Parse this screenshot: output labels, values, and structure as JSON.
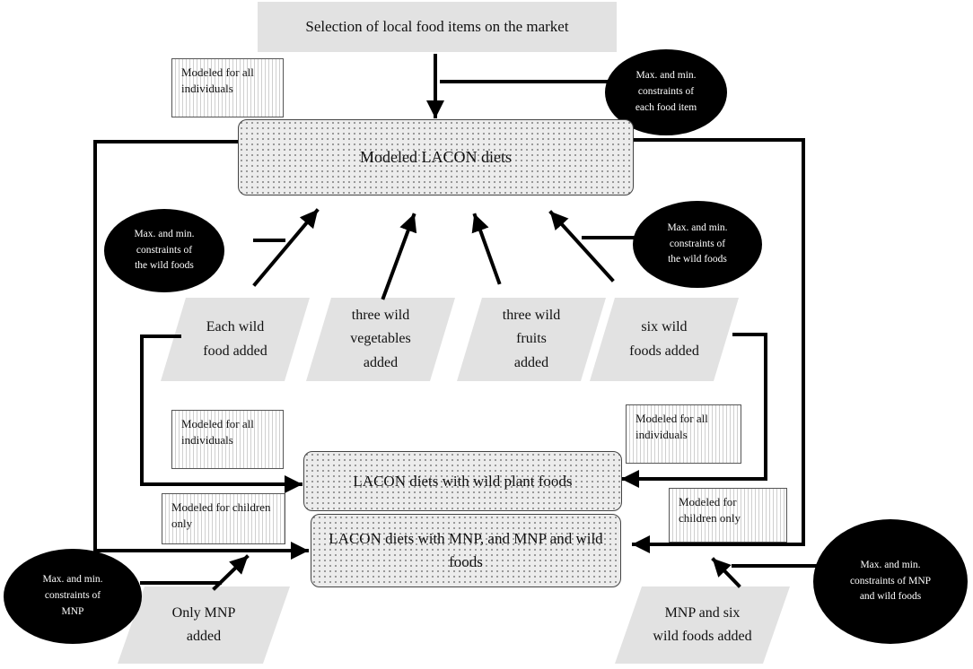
{
  "top_box": {
    "label": "Selection of local food items on the market"
  },
  "main_box": {
    "label": "Modeled LACON diets"
  },
  "wild_box": {
    "label": "LACON diets with wild plant foods"
  },
  "mnp_box": {
    "label": "LACON diets with MNP, and MNP and wild foods"
  },
  "notes": {
    "top": "Modeled for all\nindividuals",
    "mid_left": "Modeled for all\nindividuals",
    "mid_right": "Modeled for all\nindividuals",
    "children_left": "Modeled for children\nonly",
    "children_right": "Modeled for\nchildren only"
  },
  "constraints": {
    "food_item": "Max. and min.\nconstraints of\neach food item",
    "wild_left": "Max. and min.\nconstraints of\nthe wild foods",
    "wild_right": "Max. and min.\nconstraints of\nthe wild foods",
    "mnp": "Max. and min.\nconstraints of\nMNP",
    "mnp_wild": "Max. and min.\nconstraints of MNP\nand wild foods"
  },
  "scenarios": {
    "each_wild": "Each wild\nfood added",
    "three_veg": "three wild\nvegetables\nadded",
    "three_fruits": "three wild\nfruits\nadded",
    "six_wild": "six wild\nfoods added",
    "only_mnp": "Only MNP\nadded",
    "mnp_six": "MNP and six\nwild foods added"
  }
}
